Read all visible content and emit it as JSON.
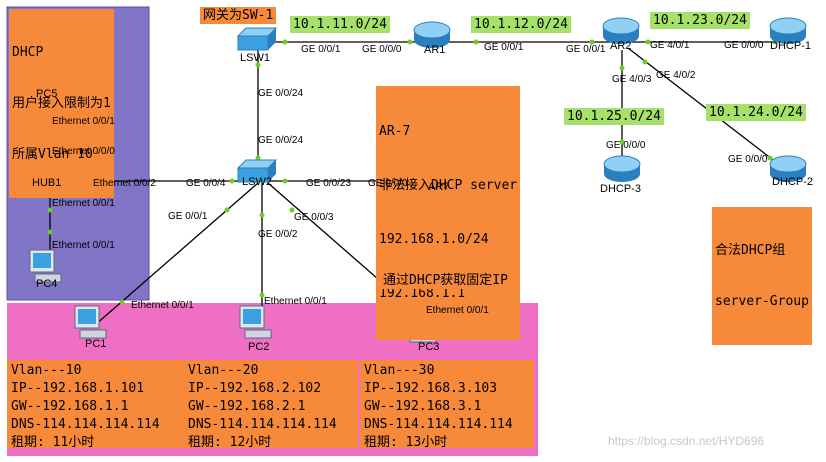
{
  "regions": {
    "dhcp_limit_note": [
      "DHCP",
      "用户接入限制为1",
      "所属Vlan 10"
    ],
    "pc_note": "通过DHCP获取固定IP"
  },
  "notes": {
    "gateway": "网关为SW-1",
    "ar7": [
      "AR-7",
      "非法接入DHCP server",
      "192.168.1.0/24",
      "192.168.1.1"
    ],
    "legal_group": [
      "合法DHCP组",
      "server-Group"
    ]
  },
  "devices": {
    "lsw1": "LSW1",
    "lsw2": "LSW2",
    "ar1": "AR1",
    "ar2": "AR2",
    "ar7": "AR7",
    "hub1": "HUB1",
    "pc1": "PC1",
    "pc2": "PC2",
    "pc3": "PC3",
    "pc4": "PC4",
    "pc5": "PC5",
    "dhcp1": "DHCP-1",
    "dhcp2": "DHCP-2",
    "dhcp3": "DHCP-3"
  },
  "networks": {
    "n11": "10.1.11.0/24",
    "n12": "10.1.12.0/24",
    "n23": "10.1.23.0/24",
    "n24": "10.1.24.0/24",
    "n25": "10.1.25.0/24"
  },
  "ports": {
    "lsw1_ar1_a": "GE 0/0/1",
    "lsw1_ar1_b": "GE 0/0/0",
    "ar1_ar2_a": "GE 0/0/1",
    "ar1_ar2_b": "GE 0/0/1",
    "ar2_dhcp1_a": "GE 4/0/1",
    "ar2_dhcp1_b": "GE 0/0/0",
    "ar2_dhcp3_a": "GE 4/0/3",
    "ar2_dhcp2_a": "GE 4/0/2",
    "dhcp3_b": "GE 0/0/0",
    "dhcp2_b": "GE 0/0/0",
    "lsw1_lsw2_a": "GE 0/0/24",
    "lsw1_lsw2_b": "GE 0/0/24",
    "lsw2_ar7_a": "GE 0/0/23",
    "lsw2_ar7_b": "GE 0/0/0",
    "lsw2_hub_a": "GE 0/0/4",
    "lsw2_hub_b": "Ethernet 0/0/2",
    "hub_pc5_a": "Ethernet 0/0/1",
    "hub_pc5_b": "Ethernet 0/0/0",
    "hub_pc4_a": "Ethernet 0/0/1",
    "hub_pc4_b": "Ethernet 0/0/1",
    "lsw2_pc1_a": "GE 0/0/1",
    "lsw2_pc1_b": "Ethernet 0/0/1",
    "lsw2_pc2_a": "GE 0/0/2",
    "lsw2_pc2_b": "Ethernet 0/0/1",
    "lsw2_pc3_a": "GE 0/0/3",
    "lsw2_pc3_b": "Ethernet 0/0/1"
  },
  "pcs": [
    {
      "vlan": "Vlan---10",
      "ip": "IP--192.168.1.101",
      "gw": "GW--192.168.1.1",
      "dns": "DNS-114.114.114.114",
      "lease": "租期: 11小时"
    },
    {
      "vlan": "Vlan---20",
      "ip": "IP--192.168.2.102",
      "gw": "GW--192.168.2.1",
      "dns": "DNS-114.114.114.114",
      "lease": "租期: 12小时"
    },
    {
      "vlan": "Vlan---30",
      "ip": "IP--192.168.3.103",
      "gw": "GW--192.168.3.1",
      "dns": "DNS-114.114.114.114",
      "lease": "租期: 13小时"
    }
  ],
  "watermark": "https://blog.csdn.net/HYD696",
  "colors": {
    "region_purple": "#8075c6",
    "region_pink": "#ee6fc4",
    "note_orange": "#f7893a",
    "net_green": "#a6e26a",
    "link_dot": "#6dcc2a",
    "device_blue": "#3aa0e0"
  }
}
